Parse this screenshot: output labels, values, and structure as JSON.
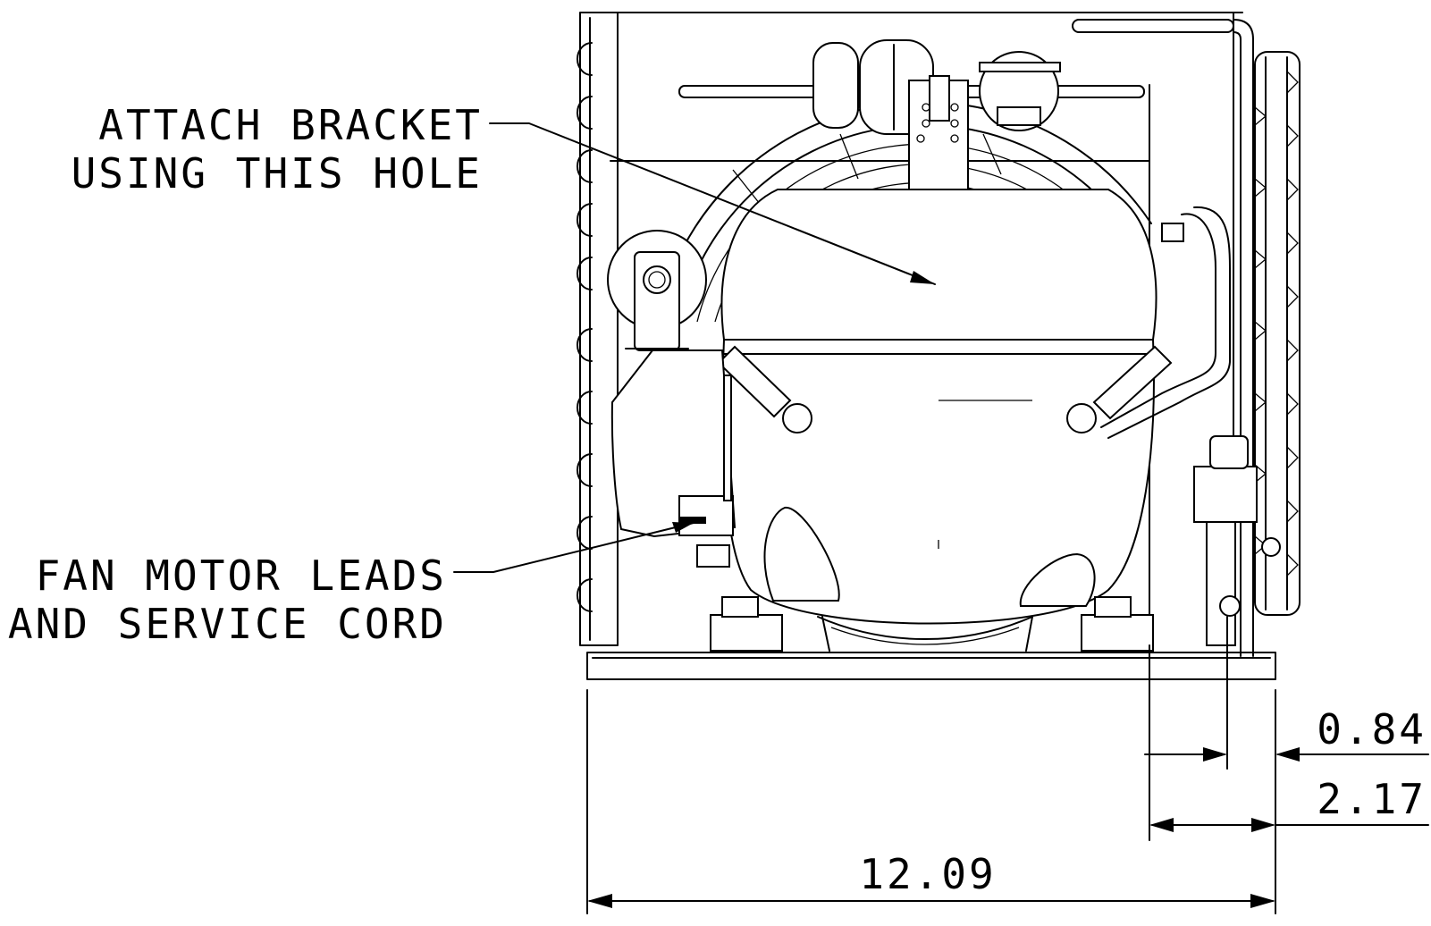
{
  "callouts": {
    "attach_bracket": [
      "ATTACH BRACKET",
      "USING THIS HOLE"
    ],
    "fan_motor": [
      "FAN MOTOR LEADS",
      "AND SERVICE CORD"
    ]
  },
  "dimensions": {
    "width": "12.09",
    "offset_large": "2.17",
    "offset_small": "0.84"
  }
}
